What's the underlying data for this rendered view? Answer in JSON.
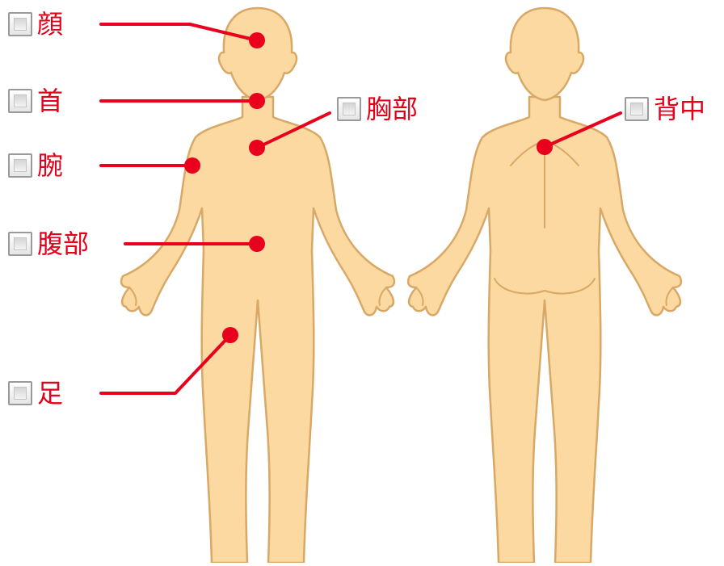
{
  "colors": {
    "accent": "#e8001c",
    "skin": "#fbd9a0",
    "outline": "#d8a866",
    "label": "#e5001a"
  },
  "options": [
    {
      "id": "face",
      "label": "顔",
      "checked": false,
      "icon": "checkbox-icon"
    },
    {
      "id": "neck",
      "label": "首",
      "checked": false,
      "icon": "checkbox-icon"
    },
    {
      "id": "arm",
      "label": "腕",
      "checked": false,
      "icon": "checkbox-icon"
    },
    {
      "id": "abdomen",
      "label": "腹部",
      "checked": false,
      "icon": "checkbox-icon"
    },
    {
      "id": "leg",
      "label": "足",
      "checked": false,
      "icon": "checkbox-icon"
    },
    {
      "id": "chest",
      "label": "胸部",
      "checked": false,
      "icon": "checkbox-icon"
    },
    {
      "id": "back",
      "label": "背中",
      "checked": false,
      "icon": "checkbox-icon"
    }
  ]
}
